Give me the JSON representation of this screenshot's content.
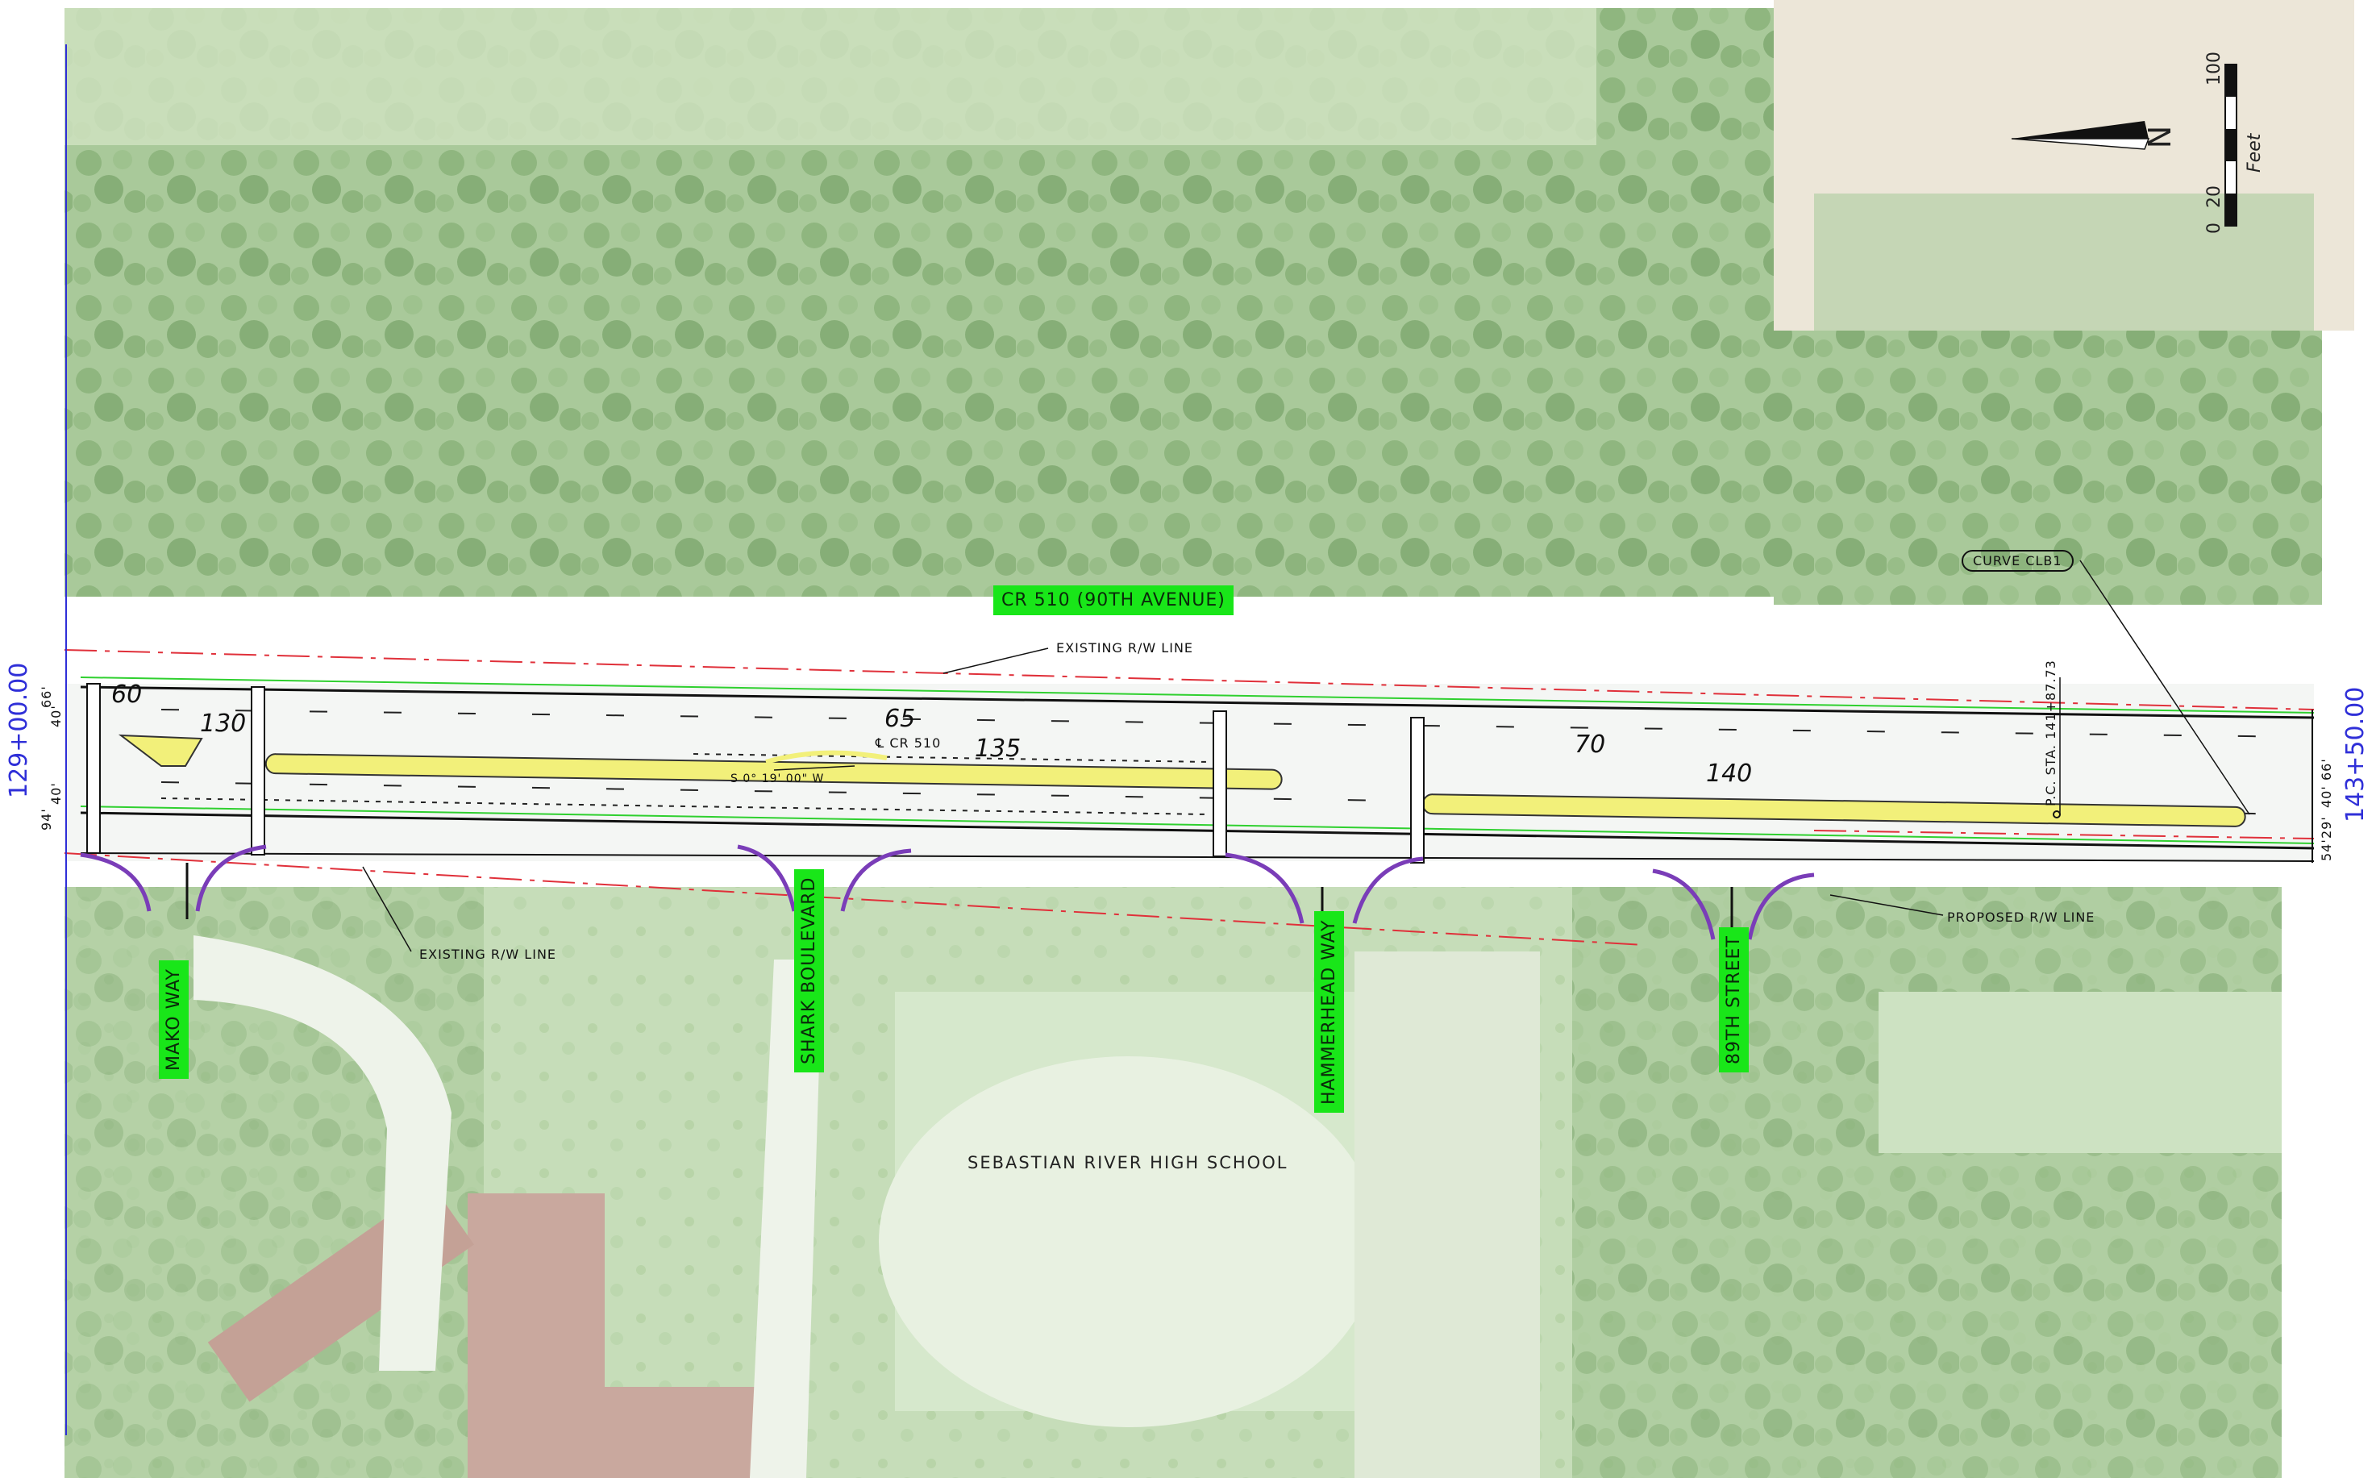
{
  "road_labels": {
    "main_road": "CR 510 (90TH AVENUE)",
    "mako_way": "MAKO WAY",
    "shark_boulevard": "SHARK BOULEVARD",
    "hammerhead_way": "HAMMERHEAD WAY",
    "street_89th": "89TH STREET"
  },
  "place_labels": {
    "school": "SEBASTIAN RIVER HIGH SCHOOL"
  },
  "stations": {
    "start": "129+00.00",
    "end": "143+50.00"
  },
  "annotations": {
    "existing_rw_top": "EXISTING R/W LINE",
    "existing_rw_bottom": "EXISTING R/W LINE",
    "proposed_rw": "PROPOSED R/W LINE",
    "curve": "CURVE CLB1",
    "pc_station": "P.C. STA. 141+87.73",
    "centerline": "℄ CR 510",
    "bearing": "S 0° 19' 00\" W"
  },
  "dimensions": {
    "d60": "60",
    "d130": "130",
    "d65": "65",
    "d135": "135",
    "d70": "70",
    "d140": "140",
    "left_66": "66'",
    "left_40a": "40'",
    "left_40b": "40'",
    "left_94": "94'",
    "right_66": "66'",
    "right_40": "40'",
    "right_29": "29'",
    "right_54": "54'"
  },
  "scale": {
    "unit": "Feet",
    "tick_0": "0",
    "tick_20": "20",
    "tick_100": "100"
  },
  "north": {
    "label": "N"
  },
  "colors": {
    "vegetation": "#9fc28f",
    "pavement": "#f4f6f4",
    "median_yellow": "#f2f07a",
    "rw_red": "#e0303a",
    "green_label": "#19e619",
    "station_blue": "#2f2fd8"
  }
}
